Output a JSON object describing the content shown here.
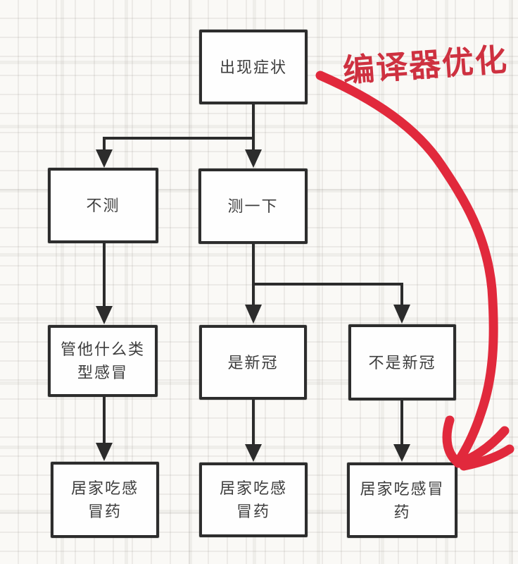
{
  "diagram": {
    "annotation": {
      "label": "编译器优化",
      "color": "#ce3140",
      "stroke_color": "#e1293c"
    },
    "style": {
      "box_border_color": "#2d2d2d",
      "box_fill_color": "#fefefe",
      "text_color": "#3d3d3d",
      "background": "graph-paper-grid"
    },
    "nodes": [
      {
        "id": "symptoms",
        "label": "出现症状"
      },
      {
        "id": "no-test",
        "label": "不测"
      },
      {
        "id": "test",
        "label": "测一下"
      },
      {
        "id": "any-type-cold",
        "label": "管他什么类型感冒"
      },
      {
        "id": "is-covid",
        "label": "是新冠"
      },
      {
        "id": "not-covid",
        "label": "不是新冠"
      },
      {
        "id": "home-med-1",
        "label": "居家吃感冒药"
      },
      {
        "id": "home-med-2",
        "label": "居家吃感冒药"
      },
      {
        "id": "home-med-3",
        "label": "居家吃感冒药"
      }
    ],
    "edges": [
      {
        "from": "symptoms",
        "to": "no-test"
      },
      {
        "from": "symptoms",
        "to": "test"
      },
      {
        "from": "no-test",
        "to": "any-type-cold"
      },
      {
        "from": "test",
        "to": "is-covid"
      },
      {
        "from": "test",
        "to": "not-covid"
      },
      {
        "from": "any-type-cold",
        "to": "home-med-1"
      },
      {
        "from": "is-covid",
        "to": "home-med-2"
      },
      {
        "from": "not-covid",
        "to": "home-med-3"
      },
      {
        "from": "annotation",
        "to": "home-med-3",
        "style": "hand-drawn-red-arrow"
      }
    ]
  }
}
